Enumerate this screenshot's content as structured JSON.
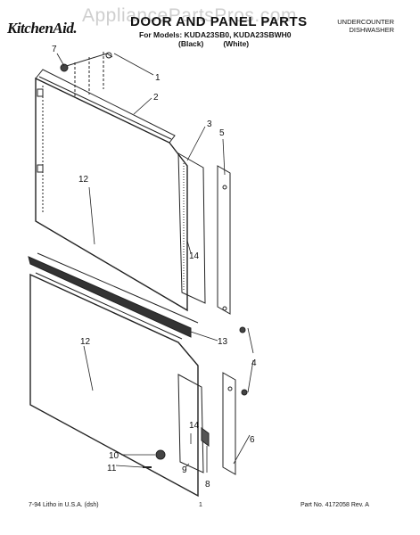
{
  "watermark": "AppliancePartsPros.com",
  "header": {
    "brand": "KitchenAid.",
    "title": "DOOR AND PANEL PARTS",
    "models": "For Models: KUDA23SB0, KUDA23SBWH0",
    "variant_black": "(Black)",
    "variant_white": "(White)",
    "category_line1": "UNDERCOUNTER",
    "category_line2": "DISHWASHER"
  },
  "callouts": [
    "1",
    "2",
    "3",
    "4",
    "5",
    "6",
    "7",
    "8",
    "9",
    "10",
    "11",
    "12",
    "12",
    "13",
    "14",
    "14"
  ],
  "footer": {
    "litho": "7-94 Litho in U.S.A. (dsh)",
    "page": "1",
    "part_no": "Part No. 4172058  Rev. A"
  }
}
